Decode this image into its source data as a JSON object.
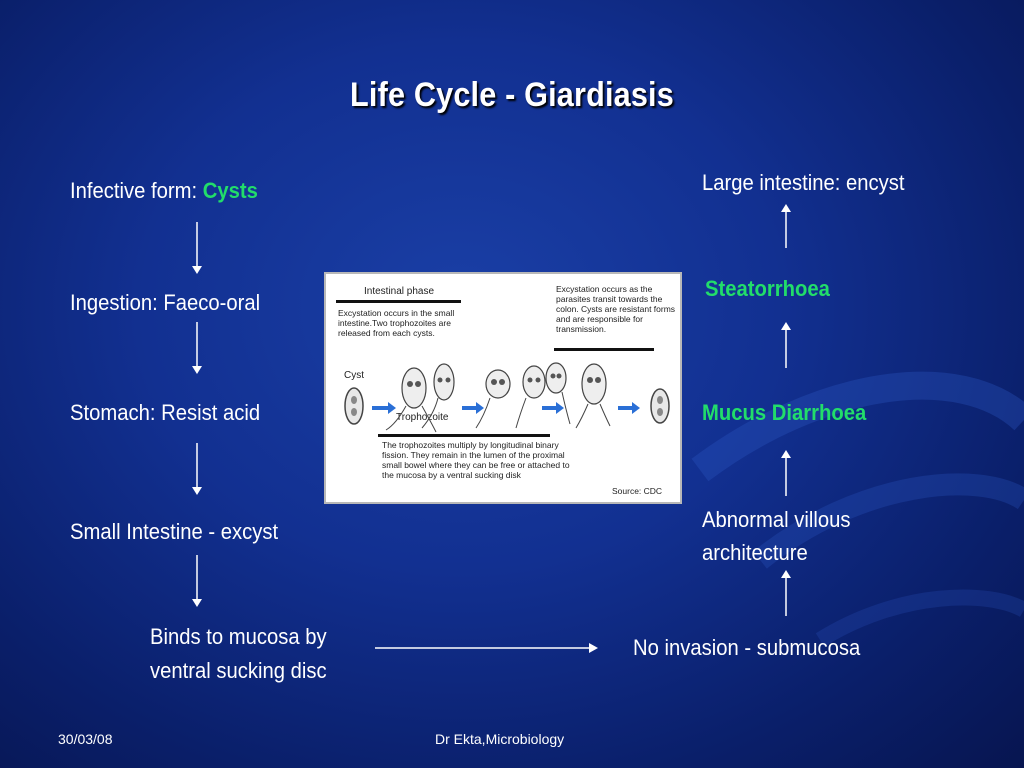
{
  "title": "Life Cycle - Giardiasis",
  "left_column": {
    "infective_prefix": "Infective form: ",
    "infective_value": "Cysts",
    "ingestion": "Ingestion: Faeco-oral",
    "stomach": "Stomach: Resist acid",
    "small_intestine": "Small Intestine - excyst"
  },
  "binds": [
    "Binds to mucosa by",
    "ventral sucking disc"
  ],
  "no_invasion": "No invasion - submucosa",
  "right_column": {
    "large_intestine": "Large intestine: encyst",
    "steatorrhoea": "Steatorrhoea",
    "mucus_diarrhoea": "Mucus Diarrhoea",
    "abnormal": [
      "Abnormal villous",
      "architecture"
    ]
  },
  "figure": {
    "heading": "Intestinal phase",
    "left_text": "Excystation occurs in the small intestine.Two trophozoites are released from each cysts.",
    "right_text": "Excystation occurs as the parasites transit towards the colon. Cysts are resistant forms and are responsible for transmission.",
    "cyst_label": "Cyst",
    "trophozoite_label": "Trophozoite",
    "bottom_text": "The trophozoites multiply by longitudinal binary fission. They remain in the lumen of the proximal small bowel where they can be free or attached to the mucosa by a ventral sucking disk",
    "source": "Source: CDC"
  },
  "footer": {
    "date": "30/03/08",
    "author": "Dr Ekta,Microbiology"
  },
  "colors": {
    "accent_green": "#22dd6a",
    "background": "#123091"
  }
}
